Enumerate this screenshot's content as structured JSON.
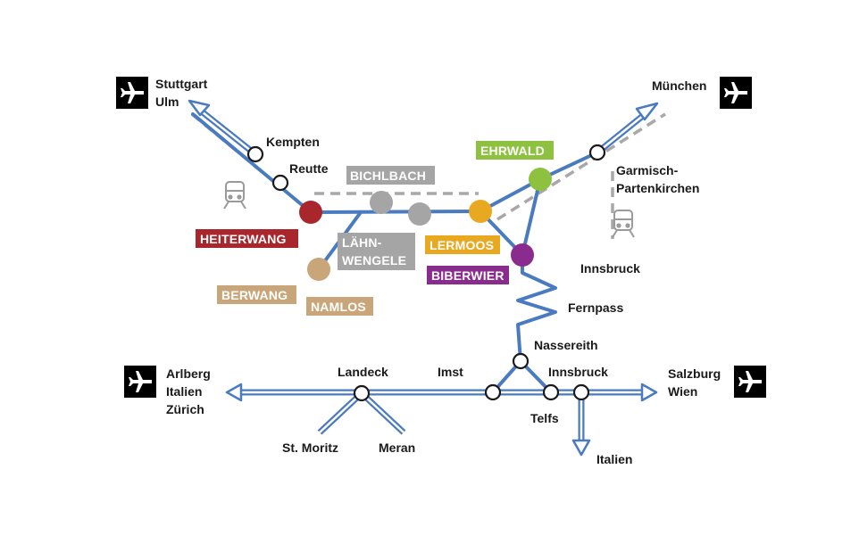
{
  "colors": {
    "rail": "#4a7bc0",
    "dashed": "#a8a8a8",
    "heiterwang": "#a8262c",
    "grey_station": "#a5a5a5",
    "lermoos": "#e8a820",
    "ehrwald": "#8dc13f",
    "biberwier": "#8a2c8e",
    "berwang": "#c9a57a"
  },
  "airports": {
    "stuttgart": [
      "Stuttgart",
      "Ulm"
    ],
    "munich": [
      "München"
    ],
    "arlberg": [
      "Arlberg",
      "Italien",
      "Zürich"
    ],
    "salzburg": [
      "Salzburg",
      "Wien"
    ]
  },
  "places": {
    "kempten": "Kempten",
    "reutte": "Reutte",
    "garmisch": [
      "Garmisch-",
      "Partenkirchen"
    ],
    "innsbruck_north": "Innsbruck",
    "fernpass": "Fernpass",
    "nassereith": "Nassereith",
    "landeck": "Landeck",
    "imst": "Imst",
    "innsbruck": "Innsbruck",
    "telfs": "Telfs",
    "st_moritz": "St. Moritz",
    "meran": "Meran",
    "italien": "Italien"
  },
  "stations": {
    "heiterwang": "HEITERWANG",
    "bichlbach": "BICHLBACH",
    "lahnwengele": [
      "LÄHN-",
      "WENGELE"
    ],
    "berwang": "BERWANG",
    "namlos": "NAMLOS",
    "lermoos": "LERMOOS",
    "ehrwald": "EHRWALD",
    "biberwier": "BIBERWIER"
  }
}
